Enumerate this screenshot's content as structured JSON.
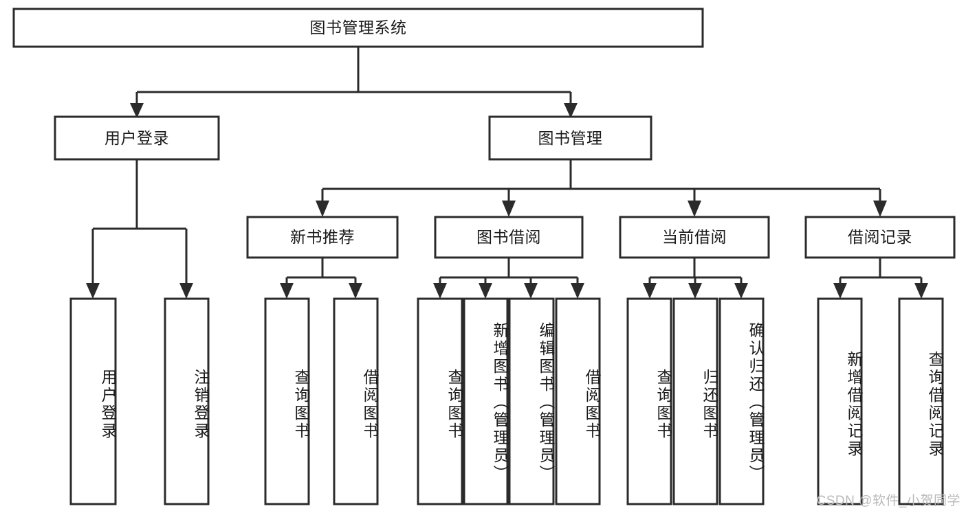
{
  "diagram": {
    "type": "tree-hierarchy",
    "title": "图书管理系统",
    "orientation": "top-down",
    "colors": {
      "box_stroke": "#2b2b2b",
      "box_fill": "#ffffff",
      "text": "#1a1a1a",
      "background": "#ffffff",
      "watermark": "#b9b9b9"
    },
    "root": {
      "label": "图书管理系统"
    },
    "level1": [
      {
        "label": "用户登录"
      },
      {
        "label": "图书管理"
      }
    ],
    "level2": [
      {
        "label": "新书推荐"
      },
      {
        "label": "图书借阅"
      },
      {
        "label": "当前借阅"
      },
      {
        "label": "借阅记录"
      }
    ],
    "leaves": {
      "user_login": [
        {
          "label": "用户登录"
        },
        {
          "label": "注销登录"
        }
      ],
      "new_book_recommend": [
        {
          "label": "查询图书"
        },
        {
          "label": "借阅图书"
        }
      ],
      "book_borrow": [
        {
          "label": "查询图书"
        },
        {
          "label": "新增图书（管理员）"
        },
        {
          "label": "编辑图书（管理员）"
        },
        {
          "label": "借阅图书"
        }
      ],
      "current_borrow": [
        {
          "label": "查询图书"
        },
        {
          "label": "归还图书"
        },
        {
          "label": "确认归还（管理员）"
        }
      ],
      "borrow_record": [
        {
          "label": "新增借阅记录"
        },
        {
          "label": "查询借阅记录"
        }
      ]
    }
  },
  "watermark": {
    "text": "CSDN @软件_小贺同学"
  }
}
